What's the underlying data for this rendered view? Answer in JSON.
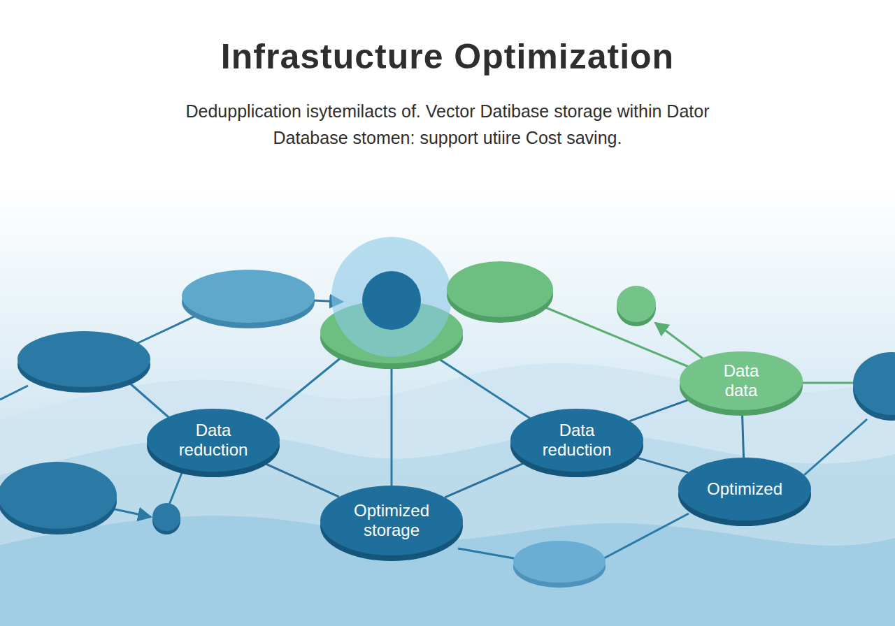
{
  "diagram": {
    "title": "Infrastucture Optimization",
    "caption": "Dedupplication isytemilacts of. Vector Datibase storage within Dator Database stomen: support utiire Cost saving.",
    "nodes": [
      {
        "text": [
          "Data data"
        ]
      },
      {
        "text": [
          "Data reduction"
        ]
      },
      {
        "text": [
          "Data reduction"
        ]
      },
      {
        "text": [
          "Optimized"
        ]
      },
      {
        "text": [
          "Optimized storage"
        ]
      }
    ],
    "edges": [
      {
        "from": 1,
        "to": 4,
        "arrow": "none"
      },
      {
        "from": 4,
        "to": 2,
        "arrow": "none"
      },
      {
        "from": 2,
        "to": 0,
        "arrow": "none"
      },
      {
        "from": 0,
        "to": 3,
        "arrow": "none"
      },
      {
        "from": 2,
        "to": 3,
        "arrow": "none"
      }
    ]
  }
}
